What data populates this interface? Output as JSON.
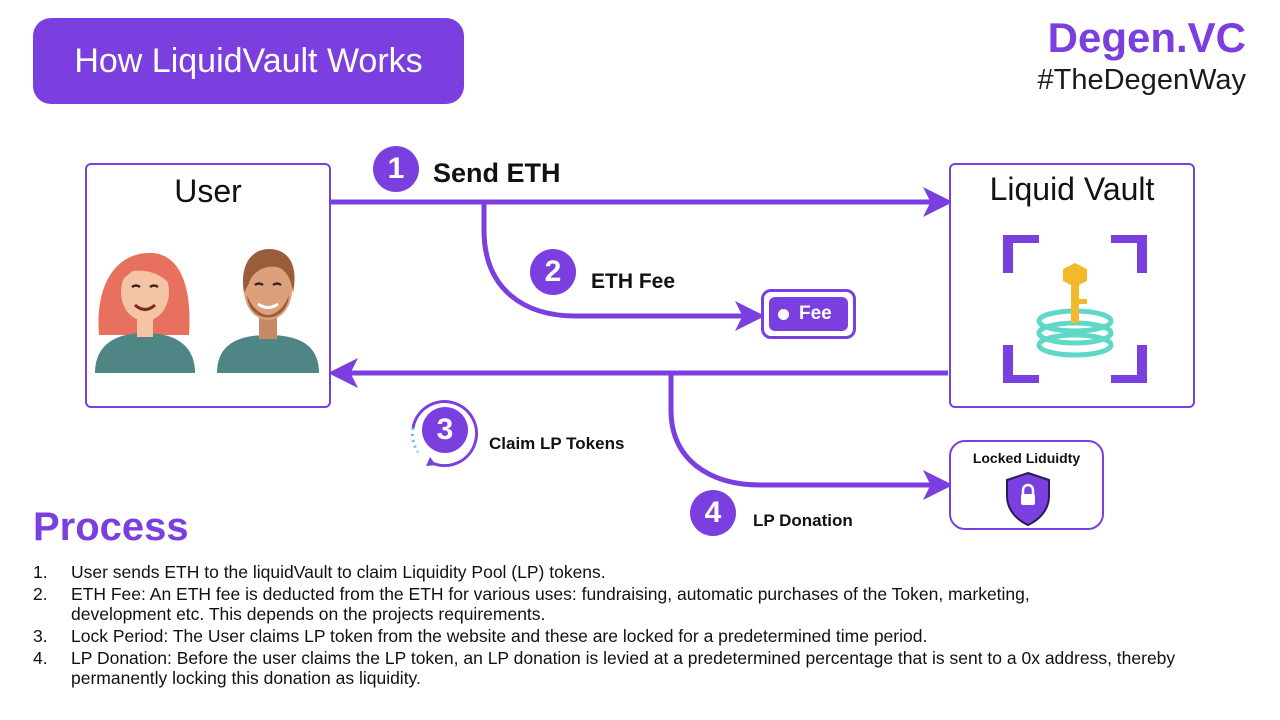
{
  "header": {
    "title": "How LiquidVault Works",
    "brand_name": "Degen.VC",
    "brand_tag": "#TheDegenWay"
  },
  "diagram": {
    "user_box_title": "User",
    "vault_box_title": "Liquid Vault",
    "steps": [
      {
        "number": "1",
        "label": "Send ETH"
      },
      {
        "number": "2",
        "label": "ETH Fee"
      },
      {
        "number": "3",
        "label": "Claim LP Tokens"
      },
      {
        "number": "4",
        "label": "LP Donation"
      }
    ],
    "fee_tag_label": "Fee",
    "locked_label": "Locked Liduidty"
  },
  "process": {
    "title": "Process",
    "items": [
      {
        "num": "1.",
        "text": "User sends ETH to the liquidVault to claim Liquidity Pool (LP) tokens."
      },
      {
        "num": "2.",
        "text": "ETH Fee: An ETH fee is deducted from the ETH for various uses: fundraising, automatic purchases of the Token, marketing, development etc. This depends on the projects requirements."
      },
      {
        "num": "3.",
        "text": "Lock Period: The User claims LP token from the website and these are locked for a predetermined time period."
      },
      {
        "num": "4.",
        "text": "LP Donation: Before the user claims the LP token, an LP donation is levied at a predetermined percentage that is sent to a 0x address, thereby permanently locking this donation as liquidity."
      }
    ]
  },
  "colors": {
    "accent": "#7b3fe0",
    "vault_rings": "#5fd8c8",
    "key": "#f2b92c"
  }
}
